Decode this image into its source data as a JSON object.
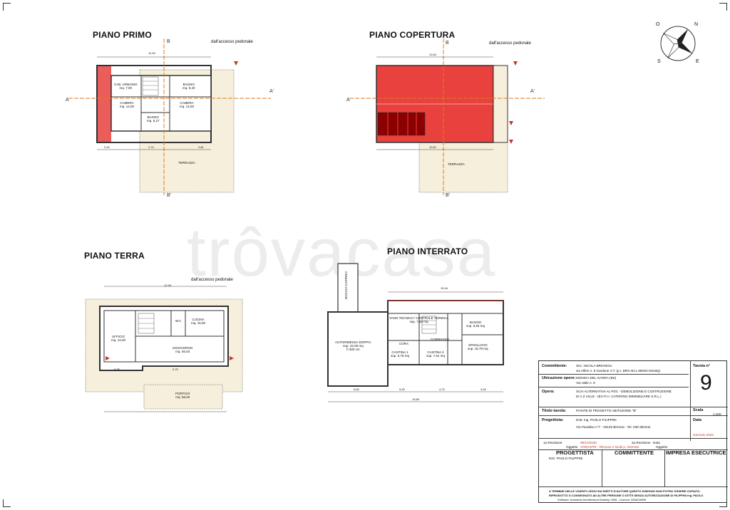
{
  "watermark": "trôvacasa",
  "plans": {
    "primo": {
      "title": "PIANO PRIMO",
      "access": "dall'accesso pedonale",
      "rooms": [
        {
          "name": "CAB. ARMADIO",
          "line2": "mq. 7,00"
        },
        {
          "name": "BAGNO",
          "line2": "mq. 8,40"
        },
        {
          "name": "CAMERA",
          "line2": "mq. 14,00"
        },
        {
          "name": "CAMERA",
          "line2": "mq. 14,00"
        },
        {
          "name": "BAGNO",
          "line2": "mq. 6,27"
        }
      ],
      "terrace": "TERRAZZA",
      "dims": [
        "11,90",
        "2,44",
        "2,74",
        "2,81"
      ]
    },
    "copertura": {
      "title": "PIANO COPERTURA",
      "access": "dall'accesso pedonale",
      "terrace": "TERRAZZA",
      "dims": [
        "12,84",
        "11,60"
      ]
    },
    "terra": {
      "title": "PIANO TERRA",
      "access": "dall'accesso pedonale",
      "rooms": [
        {
          "name": "UFFICIO",
          "line2": "mq. 14,00"
        },
        {
          "name": "CUCINA",
          "line2": "mq. 15,00"
        },
        {
          "name": "SOGGIORNO",
          "line2": "mq. 46,03"
        },
        {
          "name": "W.C",
          "line2": ""
        },
        {
          "name": "PORTICO",
          "line2": "mq. 56,00"
        }
      ],
      "dims": [
        "12,90",
        "5,75",
        "9,75"
      ]
    },
    "interrato": {
      "title": "PIANO INTERRATO",
      "rooms": [
        {
          "name": "AUTORIMESSA DOPPIA",
          "line2": "sup. 42,00 mq",
          "line3": "h 300 cm"
        },
        {
          "name": "VANO TECNICO / CENTRALE TERMICA",
          "line2": "sup. 7,80 mq"
        },
        {
          "name": "CORRIDOIO",
          "line2": ""
        },
        {
          "name": "BAGNO",
          "line2": "sup. 5,84 mq"
        },
        {
          "name": "CORA",
          "line2": ""
        },
        {
          "name": "CANTINA 1",
          "line2": "sup. 5,75 mq"
        },
        {
          "name": "CANTINA 2",
          "line2": "sup. 7,61 mq"
        },
        {
          "name": "SPOGLIATOI",
          "line2": "sup. 15,79 mq"
        },
        {
          "name": "BOCCIA CAPRINO",
          "line2": ""
        }
      ],
      "dims": [
        "15,34",
        "19,89",
        "6,80",
        "5,45",
        "4,74",
        "4,34"
      ]
    }
  },
  "cartouche": {
    "committente_label": "Committente:",
    "committente_value": "SIG. NICOLA BRIGNOLI",
    "committente_value2": "via Alfieri n. 8 Gardone V.T. (p.I. BRG NCL 95D02 D918Q)",
    "ubicazione_label": "Ubicazione opere:",
    "ubicazione_value": "MONIGA DEL GARDA (BS)",
    "ubicazione_value2": "Via Valle n. 8",
    "opera_label": "Opera:",
    "opera_value": "SCIA ALTERNATIVA AL PDC - DEMOLIZIONE E COSTRUZIONE",
    "opera_value2": "DI n.2 VILLE - (EX P.I.I. CATERING IMMOBILIARE S.R.L.)",
    "titolo_label": "Titolo tavola:",
    "titolo_value": "PIANTE DI PROGETTO ABITAZIONE \"B\"",
    "progettista_label": "Progettista:",
    "progettista_value": "Dott. Ing. PAOLO FILIPPINI",
    "progettista_value2": "Via Paradiso n°7 - 25126 Brescia - Tel. 030-391044",
    "tavola_label": "Tavola n°",
    "tavola_value": "9",
    "scala_label": "Scala",
    "scala_value": "1:100",
    "data_label": "Data",
    "data_value": "Gennaio 2023",
    "revisione_label": "1a Revisione",
    "revisione_date": "09/12/2020",
    "oggetto_label": "Oggetto",
    "oggetto_value": "VARIANTE - Rinnovo e locali p. interrato",
    "rev2_label": "2a Revisione",
    "rev2_date_label": "Data",
    "rev2_oggetto": "Oggetto",
    "progettista_h": "PROGETTISTA",
    "progettista_h_name": "ING. PAOLO FILIPPINI",
    "committente_h": "COMMITTENTE",
    "impresa_h": "IMPRESA ESECUTRICE",
    "footer1": "A TERMINE DELLE VIGENTI LEGGI SUI DIRITTI D'AUTORE QUESTO DISEGNO NON POTRA' ESSERE COPIATO,",
    "footer2": "RIPRODOTTO O CONSEGNATO AD ALTRE PERSONE O DITTE SENZA AUTORIZZAZIONE DI FILIPPINI ing. PAOLO",
    "footer3": "Software: Autodesk Architectural Desktop 2006 - Licenza: 33A6C6899"
  },
  "compass": {
    "n": "N",
    "s": "S",
    "e": "E",
    "o": "O"
  },
  "colors": {
    "roof": "#e8413e",
    "terrace": "#f6efdb",
    "axis": "#e07b1f",
    "wall": "#333333",
    "accent": "#c0392b"
  }
}
